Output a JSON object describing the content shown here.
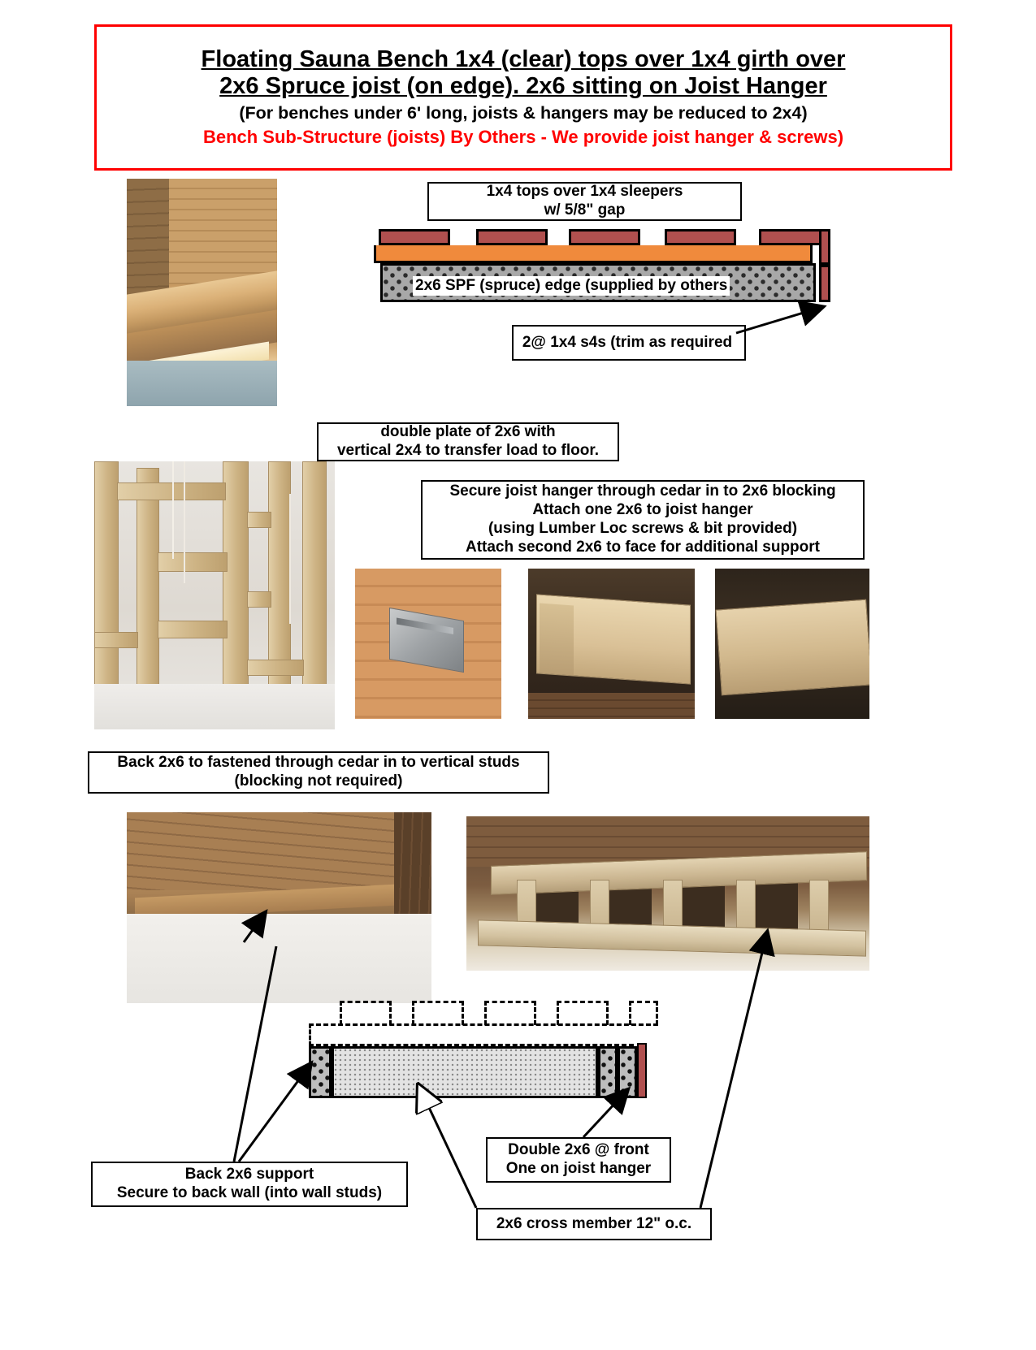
{
  "title": {
    "line1": "Floating Sauna Bench 1x4 (clear) tops over 1x4 girth over",
    "line2": "2x6 Spruce joist (on edge). 2x6 sitting on Joist Hanger",
    "line3": "(For benches under 6' long, joists & hangers may be reduced to 2x4)",
    "line4": "Bench Sub-Structure (joists) By Others - We provide joist hanger & screws)",
    "border_color": "#ff0000",
    "line4_color": "#ff0000"
  },
  "callouts": {
    "tops_sleepers": {
      "line1": "1x4 tops over 1x4 sleepers",
      "line2": "w/ 5/8\" gap"
    },
    "trim": {
      "line1": "2@ 1x4 s4s (trim as required"
    },
    "double_plate": {
      "line1": "double plate of 2x6 with",
      "line2": "vertical 2x4 to transfer load to floor."
    },
    "joist_hanger": {
      "line1": "Secure joist hanger through cedar in to 2x6 blocking",
      "line2": "Attach one 2x6 to joist hanger",
      "line3": "(using Lumber Loc screws & bit provided)",
      "line4": "Attach second 2x6 to face for additional support"
    },
    "back_2x6_studs": {
      "line1": "Back 2x6 to fastened through cedar in to vertical studs",
      "line2": "(blocking not required)"
    },
    "back_support": {
      "line1": "Back 2x6 support",
      "line2": "Secure to back wall (into wall studs)"
    },
    "double_front": {
      "line1": "Double 2x6 @ front",
      "line2": "One on joist hanger"
    },
    "cross_member": {
      "line1": "2x6 cross member 12\" o.c."
    }
  },
  "section_top": {
    "joist_label": "2x6 SPF (spruce) edge (supplied by others",
    "slat_count": 5,
    "colors": {
      "slat": "#b0504f",
      "sleeper": "#f08a3c",
      "joist_hatch": "#a8a8a8",
      "trim": "#b0504f"
    }
  },
  "section_bottom": {
    "slat_count": 5,
    "colors": {
      "hatch": "#bdbdbd",
      "stipple": "#e3e3e3",
      "trim": "#b0504f"
    }
  },
  "photos": {
    "bench_corner": "sauna-bench-corner-photo",
    "framing": "wall-framing-studs-photo",
    "hanger_closeup": "joist-hanger-on-cedar-photo",
    "joist_hanger": "joist-seated-in-hanger-photo",
    "double_beam": "double-2x6-front-beam-photo",
    "back_bench": "back-2x6-ledger-photo",
    "joists_installed": "installed-joist-frame-photo"
  }
}
